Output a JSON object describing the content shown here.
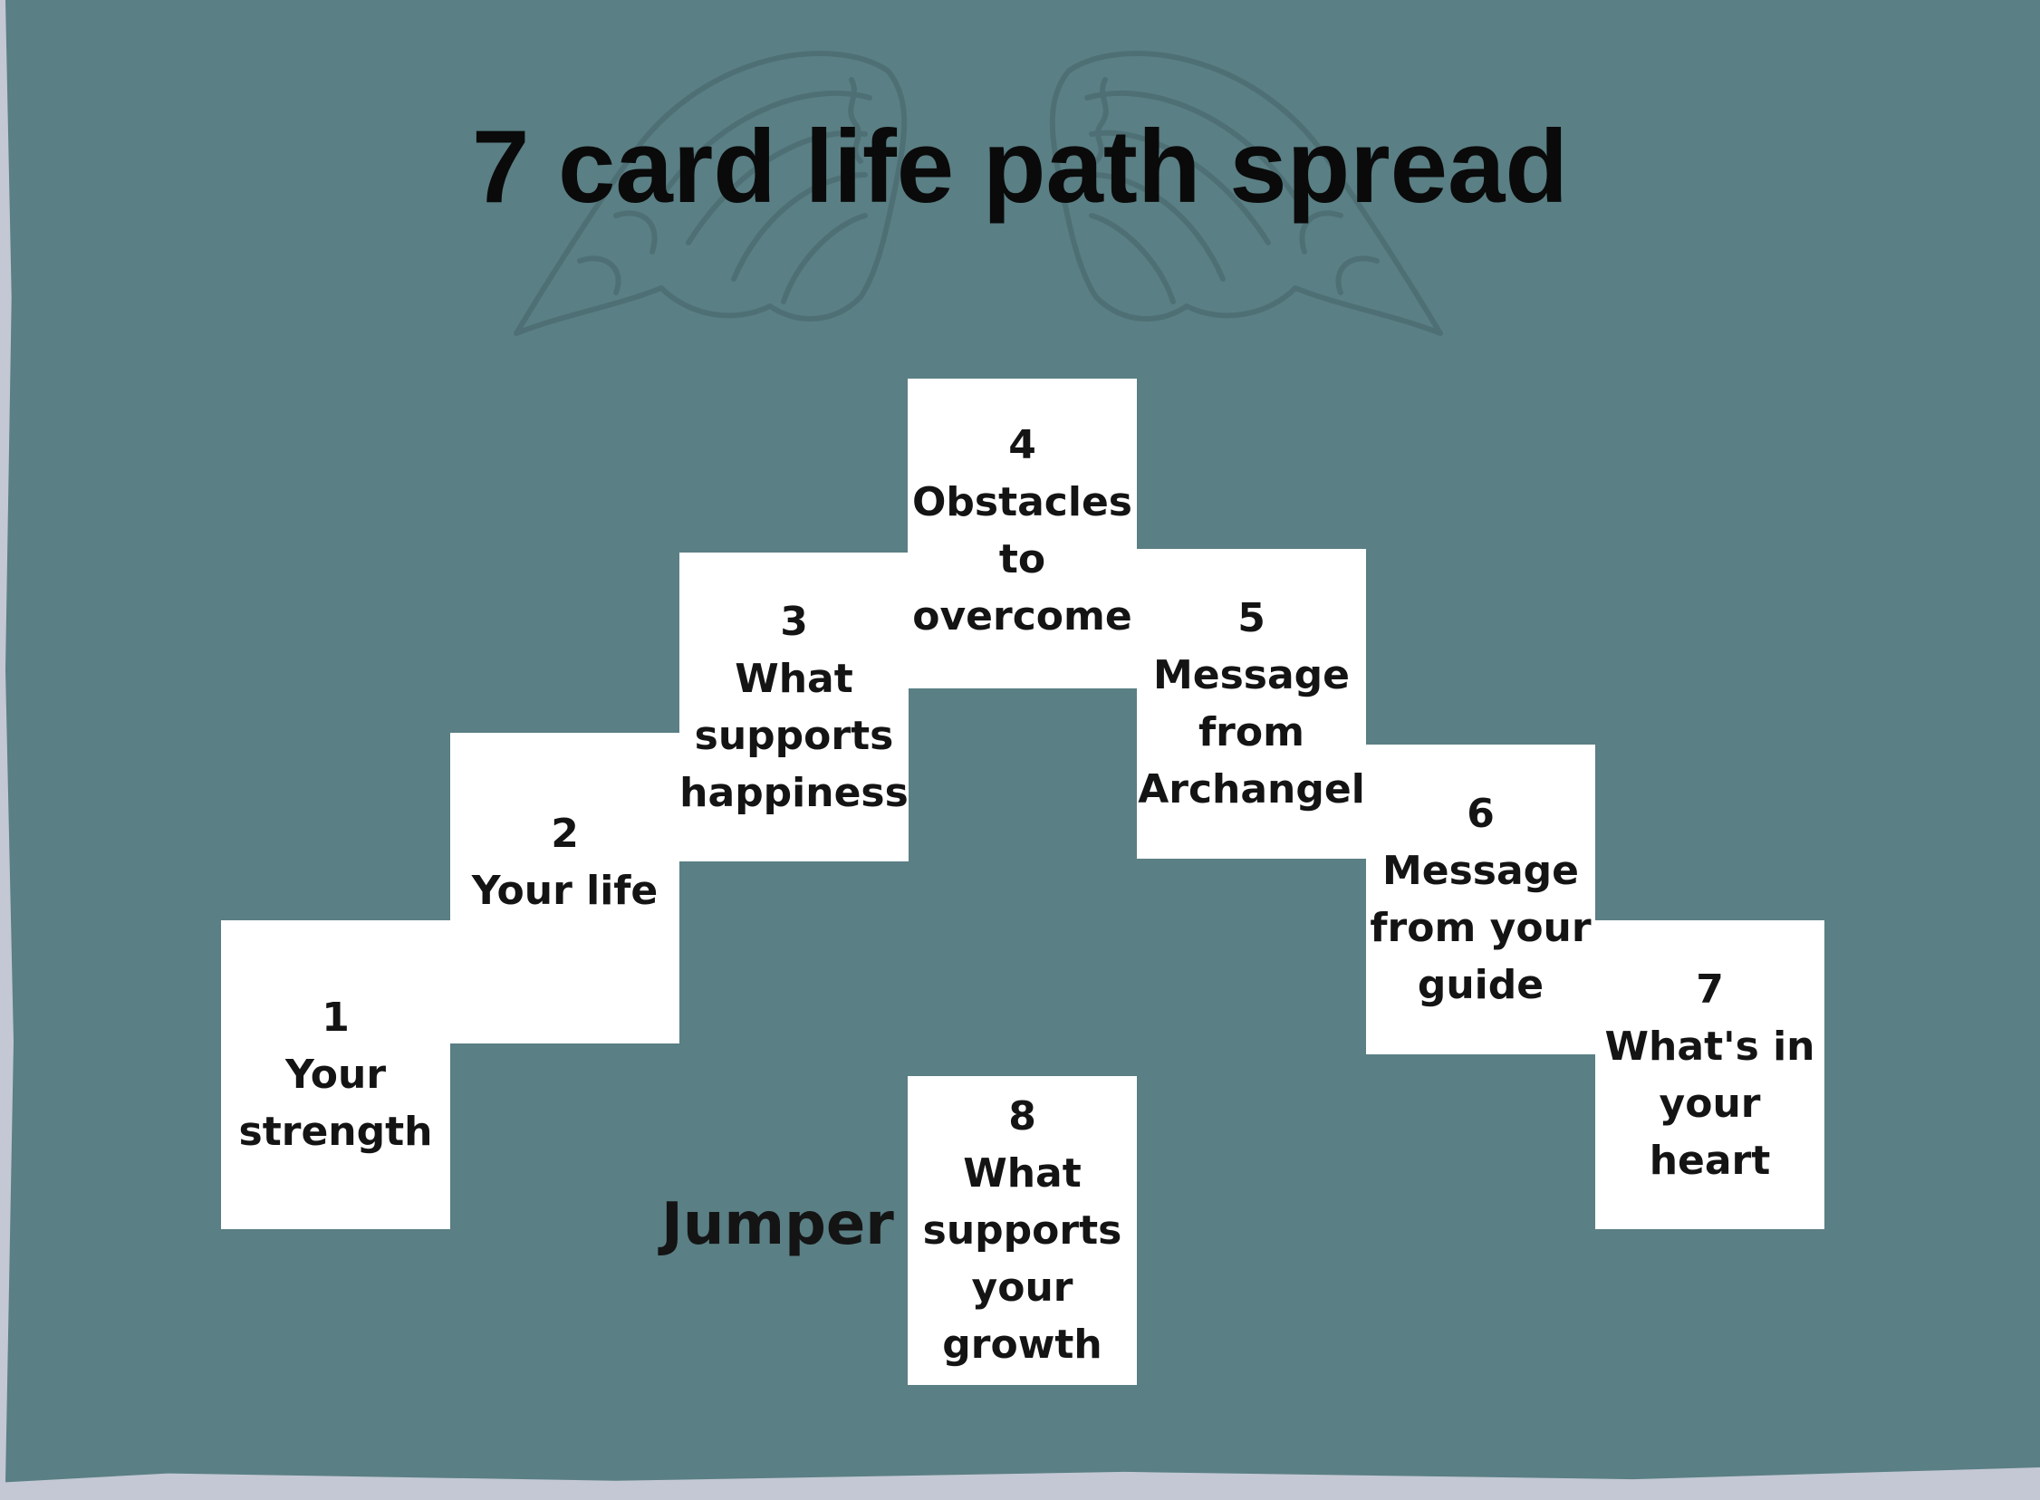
{
  "title": "7 card life path spread",
  "cards": [
    {
      "number": "1",
      "label": "Your\nstrength"
    },
    {
      "number": "2",
      "label": "Your life"
    },
    {
      "number": "3",
      "label": "What\nsupports\nhappiness"
    },
    {
      "number": "4",
      "label": "Obstacles\nto\novercome"
    },
    {
      "number": "5",
      "label": "Message\nfrom\nArchangel"
    },
    {
      "number": "6",
      "label": "Message\nfrom your\nguide"
    },
    {
      "number": "7",
      "label": "What's in\nyour heart"
    },
    {
      "number": "8",
      "label": "What\nsupports\nyour\ngrowth"
    }
  ],
  "jumper_label": "Jumper",
  "decoration": {
    "watermark_icon": "angel-wings-icon"
  },
  "colors": {
    "background": "#5a7f84",
    "card": "#ffffff",
    "text": "#141414",
    "border": "#c3c8d4"
  }
}
